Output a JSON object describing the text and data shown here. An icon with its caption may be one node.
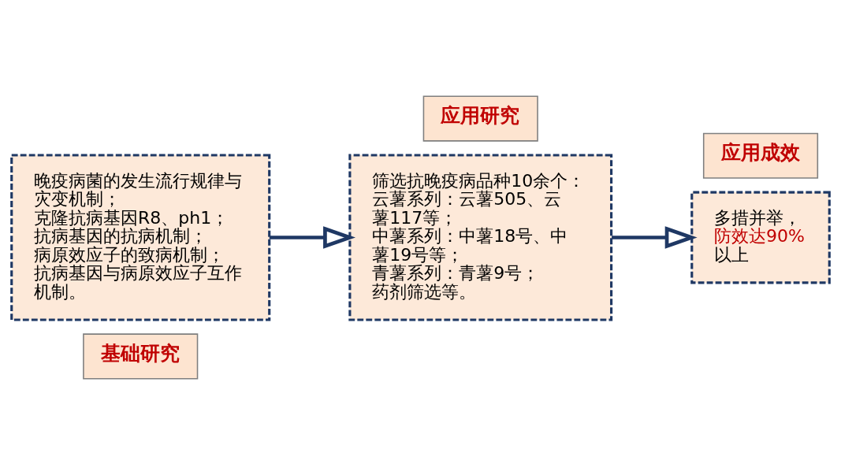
{
  "diagram": {
    "nodes": [
      {
        "text": [
          "基础研究"
        ]
      },
      {
        "text": [
          "晚疫病菌的发生流行规律与灾变机制；",
          "克隆抗病基因R8、ph1；",
          "抗病基因的抗病机制；",
          "病原效应子的致病机制；",
          "抗病基因与病原效应子互作机制。"
        ]
      },
      {
        "text": [
          "应用研究"
        ]
      },
      {
        "text": [
          "筛选抗晚疫病品种10余个：",
          "云薯系列：云薯505、云薯117等；",
          "中薯系列：中薯18号、中薯19号等；",
          "青薯系列：青薯9号；",
          "药剂筛选等。"
        ]
      },
      {
        "text": [
          "应用成效"
        ]
      },
      {
        "text": [
          "多措并举，",
          "防效达90%",
          "以上"
        ]
      }
    ],
    "edges": [
      {
        "from": 1,
        "to": 3,
        "arrow": "to"
      },
      {
        "from": 3,
        "to": 5,
        "arrow": "to"
      }
    ]
  }
}
